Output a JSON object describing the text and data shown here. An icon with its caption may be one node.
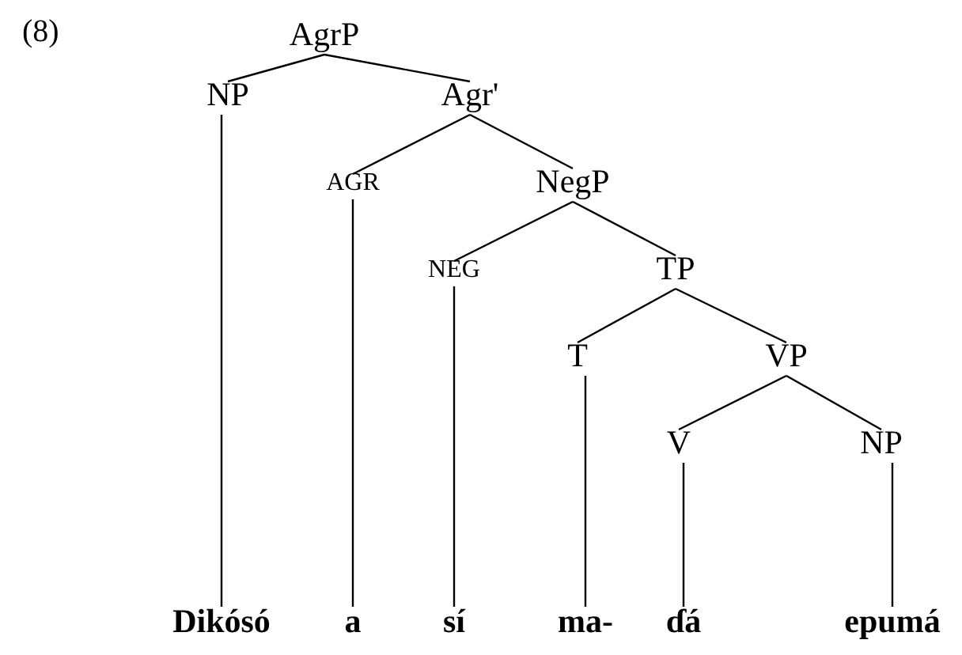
{
  "diagram": {
    "nodes": [
      {
        "text": [
          "AgrP"
        ]
      },
      {
        "text": [
          "NP"
        ]
      },
      {
        "text": [
          "Agr'"
        ]
      },
      {
        "text": [
          "AGR"
        ]
      },
      {
        "text": [
          "NegP"
        ]
      },
      {
        "text": [
          "NEG"
        ]
      },
      {
        "text": [
          "TP"
        ]
      },
      {
        "text": [
          "T"
        ]
      },
      {
        "text": [
          "VP"
        ]
      },
      {
        "text": [
          "V"
        ]
      },
      {
        "text": [
          "NP"
        ]
      },
      {
        "text": [
          "Dikósó"
        ]
      },
      {
        "text": [
          "a"
        ]
      },
      {
        "text": [
          "sí"
        ]
      },
      {
        "text": [
          "ma-"
        ]
      },
      {
        "text": [
          "ɗá"
        ]
      },
      {
        "text": [
          "epumá"
        ]
      }
    ],
    "edges": [
      {
        "from": 0,
        "to": 1,
        "arrow": "none"
      },
      {
        "from": 0,
        "to": 2,
        "arrow": "none"
      },
      {
        "from": 2,
        "to": 3,
        "arrow": "none"
      },
      {
        "from": 2,
        "to": 4,
        "arrow": "none"
      },
      {
        "from": 4,
        "to": 5,
        "arrow": "none"
      },
      {
        "from": 4,
        "to": 6,
        "arrow": "none"
      },
      {
        "from": 6,
        "to": 7,
        "arrow": "none"
      },
      {
        "from": 6,
        "to": 8,
        "arrow": "none"
      },
      {
        "from": 8,
        "to": 9,
        "arrow": "none"
      },
      {
        "from": 8,
        "to": 10,
        "arrow": "none"
      },
      {
        "from": 1,
        "to": 11,
        "arrow": "none"
      },
      {
        "from": 3,
        "to": 12,
        "arrow": "none"
      },
      {
        "from": 5,
        "to": 13,
        "arrow": "none"
      },
      {
        "from": 7,
        "to": 14,
        "arrow": "none"
      },
      {
        "from": 9,
        "to": 15,
        "arrow": "none"
      },
      {
        "from": 10,
        "to": 16,
        "arrow": "none"
      }
    ],
    "labels": [
      "(8)"
    ]
  }
}
